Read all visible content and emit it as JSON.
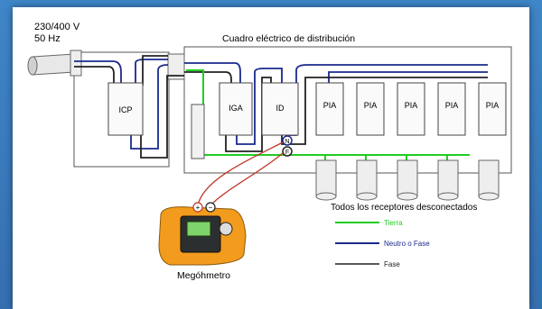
{
  "supply": {
    "voltage": "230/400 V",
    "frequency": "50 Hz"
  },
  "panel_title": "Cuadro eléctrico de distribución",
  "devices": {
    "icp": "ICP",
    "iga": "IGA",
    "id": "ID",
    "pia": [
      "PIA",
      "PIA",
      "PIA",
      "PIA",
      "PIA"
    ]
  },
  "terminals": {
    "neutral": "N",
    "phase": "F"
  },
  "meter": {
    "plus": "+",
    "minus": "−",
    "label": "Megóhmetro"
  },
  "receivers_label": "Todos los receptores desconectados",
  "legend": [
    {
      "label": "Tierra",
      "color": "#22cc22"
    },
    {
      "label": "Neutro o Fase",
      "color": "#1a2a8c"
    },
    {
      "label": "Fase",
      "color": "#222222"
    }
  ],
  "colors": {
    "earth": "#22cc22",
    "neutral": "#1a2a8c",
    "phase": "#222222",
    "probe": "#c0392b"
  }
}
